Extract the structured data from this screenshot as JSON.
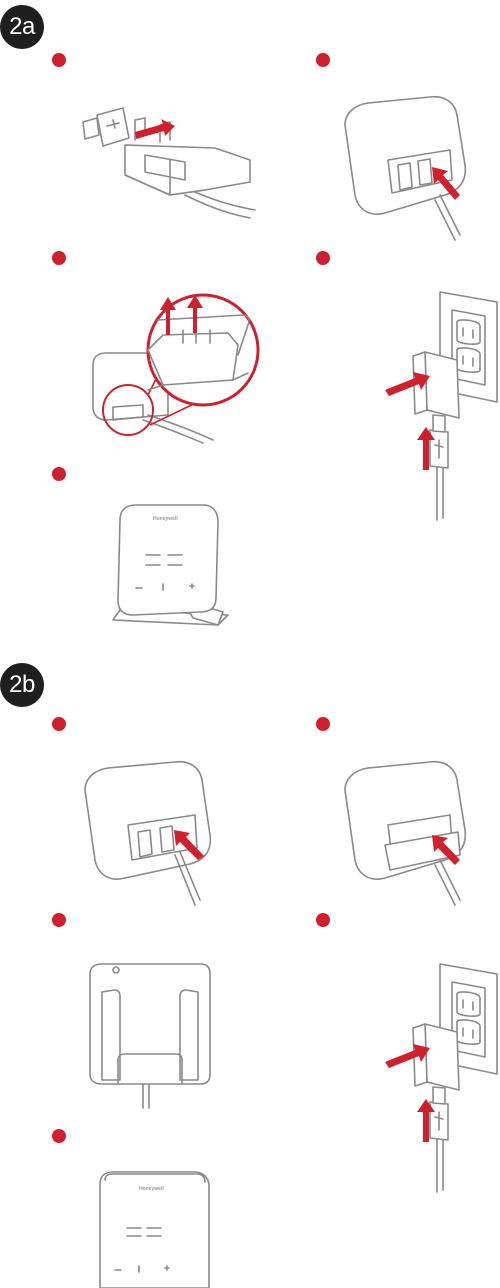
{
  "sections": [
    {
      "badge": "2a"
    },
    {
      "badge": "2b"
    }
  ],
  "device_brand": "Honeywell",
  "colors": {
    "accent": "#d0202e",
    "badge": "#1f1f1f",
    "line": "#8a8a8a"
  },
  "icons": [
    "usb-icon",
    "arrow-icon",
    "wall-outlet-icon",
    "power-adapter-icon",
    "cradle-icon"
  ]
}
